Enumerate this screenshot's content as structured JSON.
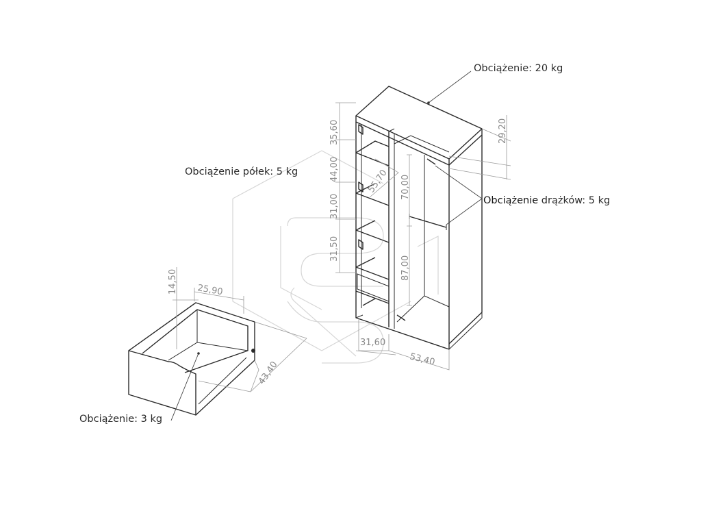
{
  "labels": {
    "top_load": "Obciążenie: 20 kg",
    "shelf_load": "Obciążenie półek: 5 kg",
    "rail_load_word": "Obciążenie",
    "rail_load_rest": " drążków: 5 kg",
    "drawer_load": "Obciążenie: 3 kg"
  },
  "dimensions": {
    "cab_top_gap": "35,60",
    "shelf_gap_1": "44,00",
    "shelf_gap_2": "31,00",
    "shelf_gap_3": "31,50",
    "shelf_depth": "55,70",
    "rail_top_offset": "29,20",
    "rail_height": "70,00",
    "rail_floor": "87,00",
    "cab_left_width": "31,60",
    "cab_right_width": "53,40",
    "drawer_height": "14,50",
    "drawer_width": "25,90",
    "drawer_depth": "43,40"
  },
  "colors": {
    "line": "#2a2a2a",
    "dimension": "#8a8a8a",
    "watermark": "#d6d6d6"
  }
}
